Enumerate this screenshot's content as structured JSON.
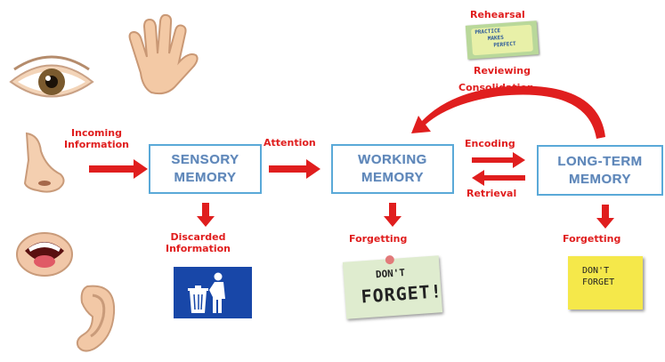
{
  "boxes": {
    "sensory": [
      "SENSORY",
      "MEMORY"
    ],
    "working": [
      "WORKING",
      "MEMORY"
    ],
    "long_term": [
      "LONG-TERM",
      "MEMORY"
    ]
  },
  "labels": {
    "incoming": [
      "Incoming",
      "Information"
    ],
    "attention": "Attention",
    "encoding": "Encoding",
    "retrieval": "Retrieval",
    "rehearsal": "Rehearsal",
    "reviewing": "Reviewing",
    "consolidation": "Consolidation",
    "discarded": [
      "Discarded",
      "Information"
    ],
    "forgetting_working": "Forgetting",
    "forgetting_longterm": "Forgetting"
  },
  "notes": {
    "rehearsal_note": [
      "PRACTICE",
      "MAKES",
      "PERFECT"
    ],
    "working_note": [
      "DON'T",
      "FORGET!"
    ],
    "longterm_note": [
      "DON'T",
      "FORGET"
    ]
  },
  "icons": [
    "eye-icon",
    "hand-icon",
    "nose-icon",
    "mouth-icon",
    "ear-icon",
    "trash-bin-icon"
  ],
  "colors": {
    "arrow": "#e01e1e",
    "box_border": "#5aa9d8",
    "box_text": "#5f86b8",
    "trash_bg": "#1847a8",
    "sticky_yellow": "#f5e84a",
    "sticky_green": "#dfeccf"
  }
}
